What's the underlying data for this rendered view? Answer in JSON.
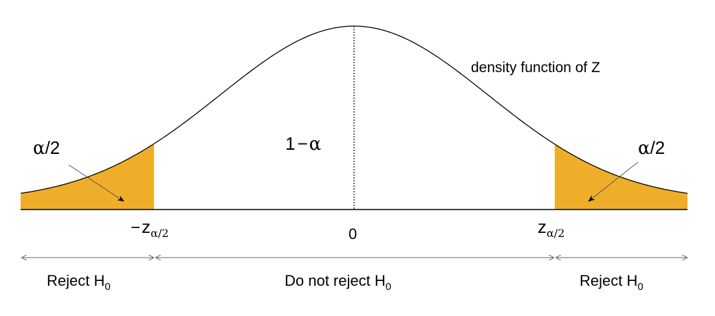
{
  "curve_label": "density function of Z",
  "tails": {
    "left": {
      "alpha_symbol": "α",
      "fraction": "/2"
    },
    "right": {
      "alpha_symbol": "α",
      "fraction": "/2"
    }
  },
  "center": {
    "one": "1",
    "minus": "−",
    "alpha_symbol": "α"
  },
  "axis_labels": {
    "neg_z": {
      "minus": "−",
      "z": "z",
      "subscript": "α/2"
    },
    "zero": "0",
    "pos_z": {
      "z": "z",
      "subscript": "α/2"
    }
  },
  "regions": {
    "left": {
      "text": "Reject H",
      "subscript": "0"
    },
    "middle": {
      "text": "Do not reject H",
      "subscript": "0"
    },
    "right": {
      "text": "Reject H",
      "subscript": "0"
    }
  },
  "colors": {
    "shade": "#EFAE2A",
    "curve": "#000000",
    "arrow": "#555555"
  }
}
